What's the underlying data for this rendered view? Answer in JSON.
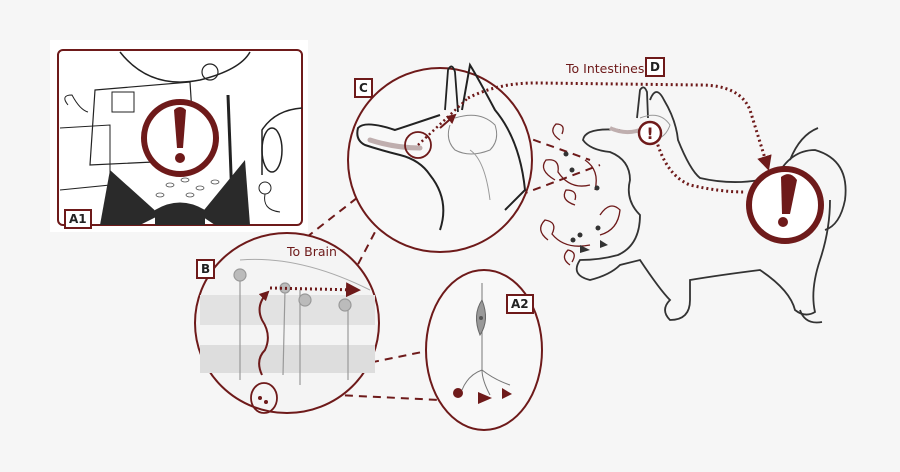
{
  "figure": {
    "description": "Olfactory pathway diagram: scent detection in a dog leading from nose to brain to intestines",
    "colors": {
      "accent": "#6e1a1a",
      "line": "#333333",
      "background": "#f6f6f6",
      "panel": "#ffffff",
      "tissue": "#c9b8b8"
    }
  },
  "panels": {
    "a1": {
      "label": "A1",
      "content": "Street scene viewed from dog's perspective with alert icon"
    },
    "a2": {
      "label": "A2",
      "content": "Olfactory receptor neuron binding odor molecules"
    },
    "b": {
      "label": "B",
      "caption": "To Brain",
      "content": "Olfactory epithelium with neurons"
    },
    "c": {
      "label": "C",
      "content": "Dog head cross-section showing olfactory bulb and brain"
    },
    "d": {
      "label": "D",
      "caption": "To Intestines",
      "content": "Dog body with alert at abdomen"
    }
  },
  "icons": {
    "alert": "!"
  }
}
